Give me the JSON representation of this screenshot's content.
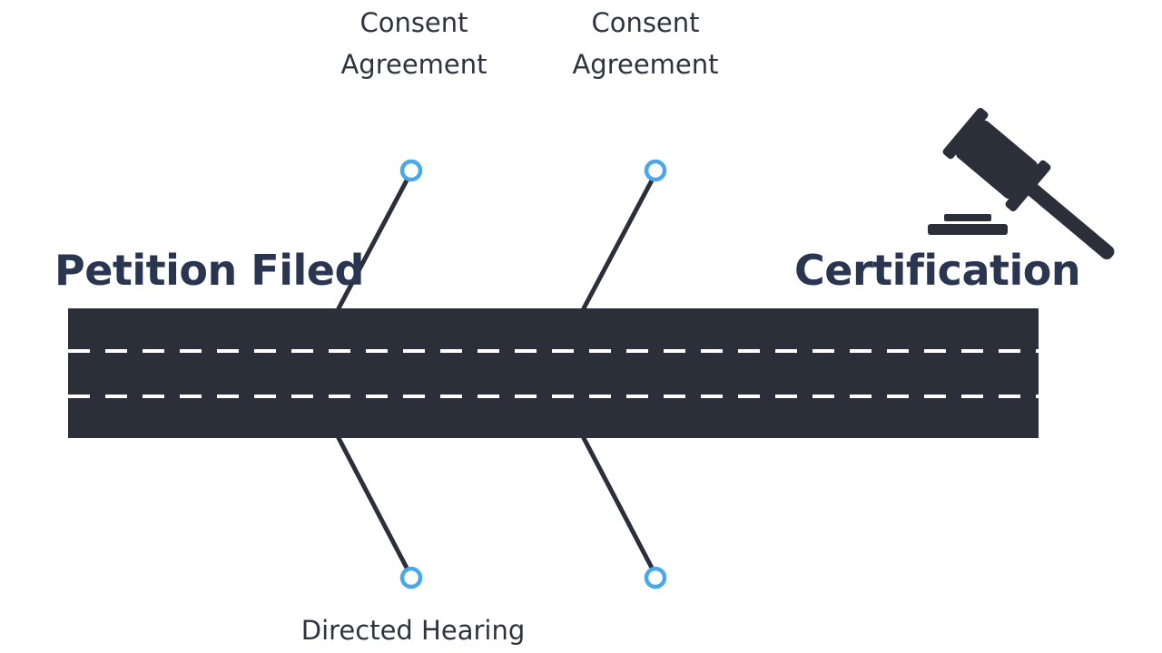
{
  "diagram": {
    "start_label": "Petition Filed",
    "end_label": "Certification",
    "top_branches": [
      {
        "line1": "Consent",
        "line2": "Agreement"
      },
      {
        "line1": "Consent",
        "line2": "Agreement"
      }
    ],
    "bottom_label": "Directed Hearing",
    "end_icon": "gavel-icon",
    "colors": {
      "road": "#2b2f3a",
      "lane_dash": "#ffffff",
      "branch_line": "#2b2f3a",
      "node_ring": "#4aa8e8",
      "text_dark": "#2a3650"
    }
  }
}
